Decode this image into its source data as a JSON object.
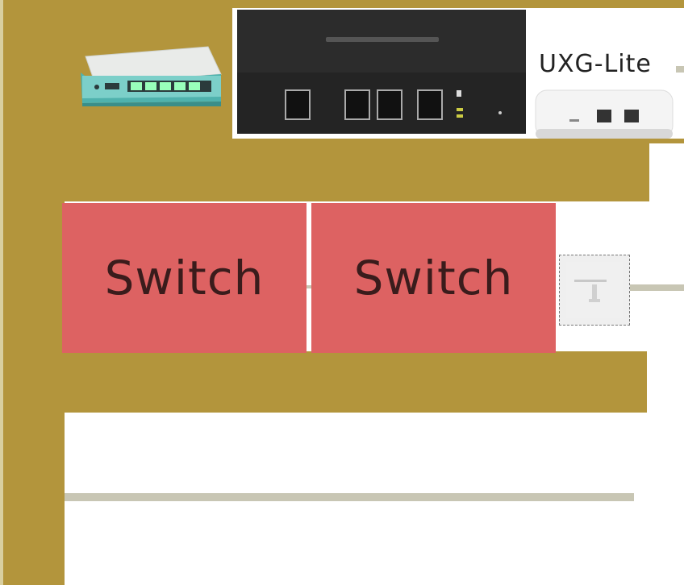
{
  "diagram": {
    "devices": [
      {
        "name": "mikrotik-router",
        "label": ""
      },
      {
        "name": "edgerouter",
        "label": ""
      },
      {
        "name": "uxg-lite",
        "label": "UXG-Lite"
      }
    ],
    "switches": [
      {
        "label": "Switch"
      },
      {
        "label": "Switch"
      }
    ],
    "colors": {
      "frame": "#b3953c",
      "switch_fill": "#dd6262",
      "link_line": "#c8c6b4"
    },
    "icons": [
      "router-icon",
      "router-icon",
      "gateway-icon",
      "access-point-icon"
    ]
  }
}
